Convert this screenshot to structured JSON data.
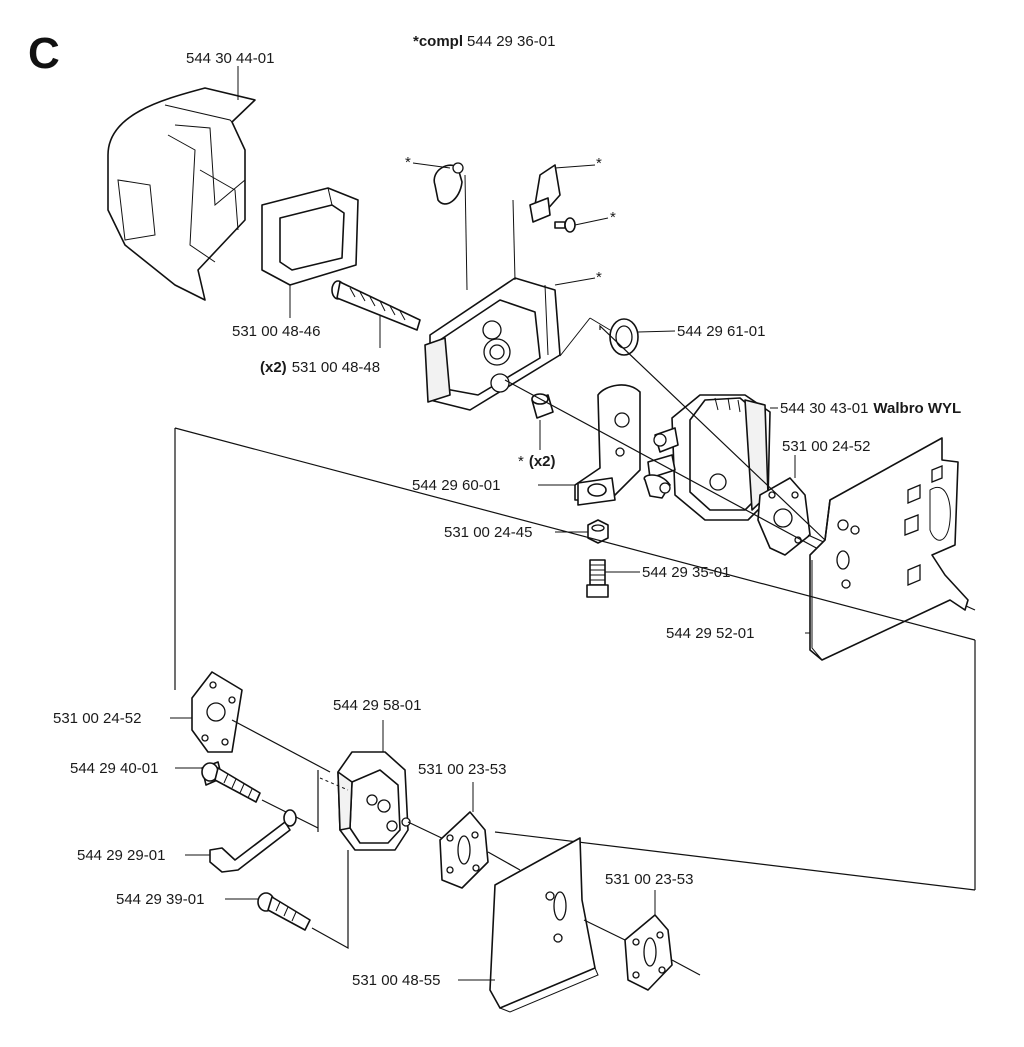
{
  "section_letter": "C",
  "header": {
    "prefix": "*compl",
    "number": "544 29 36-01"
  },
  "callouts": {
    "air_filter_cover": "544 30 44-01",
    "air_filter": "531 00 48-46",
    "screw_qty": "(x2)",
    "screw": "531 00 48-48",
    "star": "*",
    "spacer_qty": "(x2)",
    "o_ring": "544 29 61-01",
    "carburetor_number": "544 30 43-01",
    "carburetor_name": "Walbro WYL",
    "bracket": "544 29 60-01",
    "nut": "531 00 24-45",
    "nipple": "544 29 35-01",
    "gasket_right": "531 00 24-52",
    "heat_shield": "544 29 52-01",
    "gasket_left": "531 00 24-52",
    "intake_adapter": "544 29 58-01",
    "bolt_long": "544 29 40-01",
    "gasket_mid": "531 00 23-53",
    "choke_rod": "544 29 29-01",
    "bolt_short": "544 29 39-01",
    "gasket_lower": "531 00 23-53",
    "lower_plate": "531 00 48-55"
  }
}
